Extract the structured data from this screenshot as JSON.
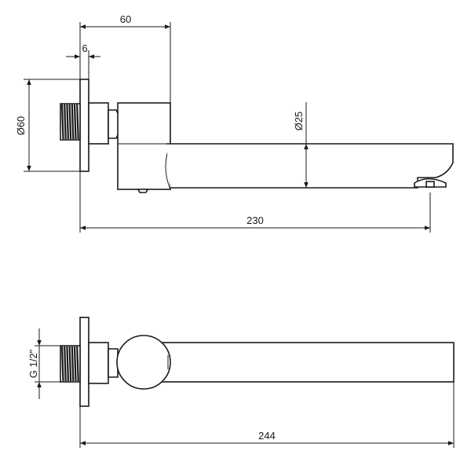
{
  "dimensions": {
    "depth_60": "60",
    "plate_thickness": "6",
    "plate_diameter": "Ø60",
    "spout_diameter": "Ø25",
    "spout_reach_side": "230",
    "thread_size": "G 1/2\"",
    "total_length_top": "244"
  },
  "colors": {
    "line": "#1a1a1a",
    "background": "#ffffff"
  }
}
